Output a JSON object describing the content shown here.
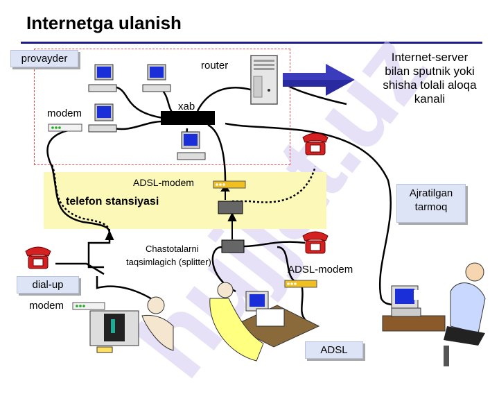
{
  "title": "Internetga ulanish",
  "watermark": "hujjat.uz",
  "labels": {
    "provider": "provayder",
    "router": "router",
    "hub": "xab",
    "modem_top": "modem",
    "adsl_modem_station": "ADSL-modem",
    "station": "telefon stansiyasi",
    "splitter_line1": "Chastotalarni",
    "splitter_line2": "taqsimlagich (splitter)",
    "adsl_modem_user": "ADSL-modem",
    "dialup": "dial-up",
    "modem_bottom": "modem",
    "dedicated_line1": "Ajratilgan",
    "dedicated_line2": "tarmoq",
    "adsl": "ADSL",
    "server_line1": "Internet-server",
    "server_line2": "bilan sputnik yoki",
    "server_line3": "shisha tolali aloqa",
    "server_line4": "kanali"
  },
  "colors": {
    "title_rule": "#1a1a8c",
    "provider_border": "#e05050",
    "station_fill": "#fbf8b8",
    "tag_fill": "#dde4f5",
    "arrow": "#2a2aa0",
    "phone": "#d42020",
    "modem": "#f0c020"
  }
}
